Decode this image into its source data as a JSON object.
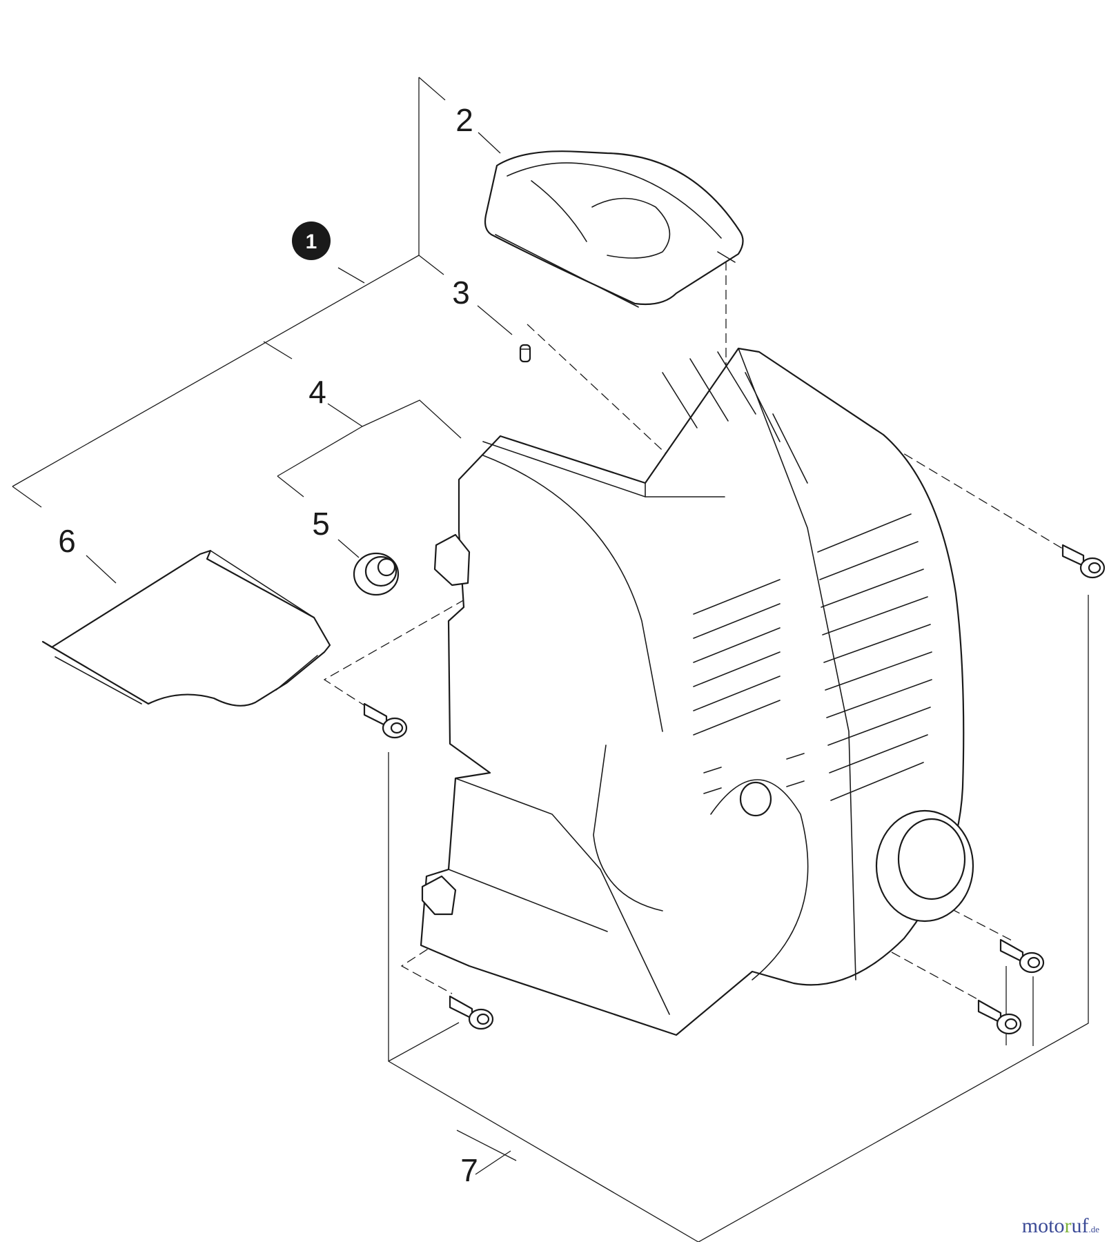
{
  "callouts": [
    {
      "id": "1",
      "label": "1",
      "filled": true
    },
    {
      "id": "2",
      "label": "2"
    },
    {
      "id": "3",
      "label": "3"
    },
    {
      "id": "4",
      "label": "4"
    },
    {
      "id": "5",
      "label": "5"
    },
    {
      "id": "6",
      "label": "6"
    },
    {
      "id": "7",
      "label": "7"
    }
  ],
  "parts": [
    "top-cover",
    "pin",
    "grommet",
    "spacer-plate",
    "engine-cover",
    "screw"
  ],
  "watermark": {
    "part1": "moto",
    "part2": "r",
    "part3": "uf",
    "suffix": ".de"
  },
  "colors": {
    "line": "#1a1a1a",
    "watermark_blue": "#3b4a96",
    "watermark_green": "#7fb23a"
  }
}
